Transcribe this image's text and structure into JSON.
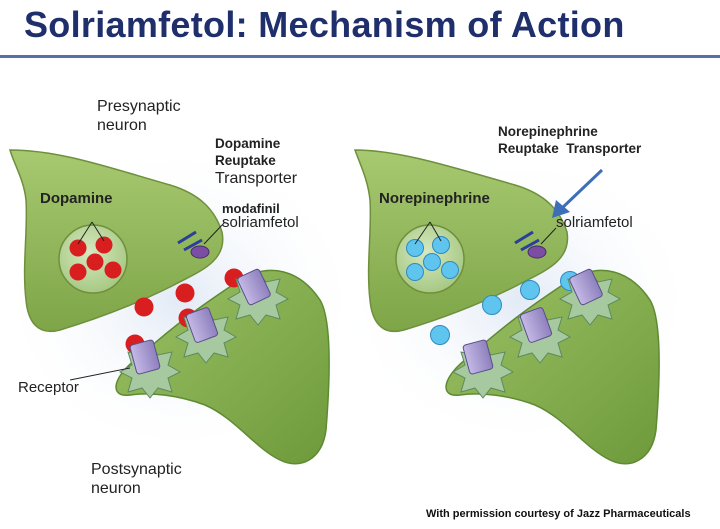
{
  "title": "Solriamfetol: Mechanism of Action",
  "labels": {
    "presynaptic": "Presynaptic\nneuron",
    "postsynaptic": "Postsynaptic\nneuron",
    "receptor": "Receptor",
    "dat_line1": "Dopamine",
    "dat_line2": "Reuptake",
    "dat_line3": "Transporter",
    "modafinil": "modafinil",
    "solriamfetol_left": "solriamfetol",
    "dopamine": "Dopamine",
    "net_line1": "Norepinephrine",
    "net_line2": "Reuptake  Transporter",
    "norepinephrine": "Norepinephrine",
    "solriamfetol_right": "solriamfetol"
  },
  "colors": {
    "title": "#1f2f6b",
    "neuron_fill": "#8fb85a",
    "dopamine": "#d81e1e",
    "norepinephrine": "#5fc4ee",
    "receptor": "#a89ccf",
    "arrow": "#3d6fb8"
  },
  "credit": "With permission courtesy of Jazz Pharmaceuticals"
}
